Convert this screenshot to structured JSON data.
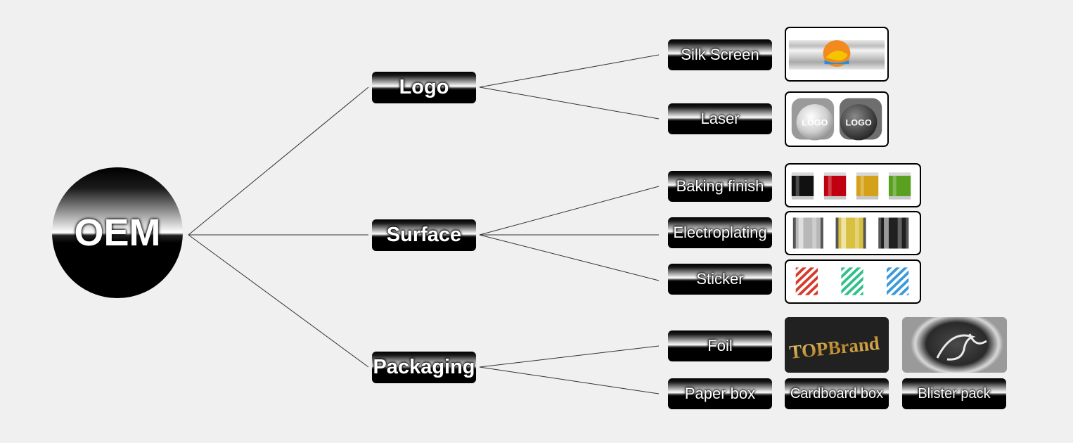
{
  "root": {
    "label": "OEM"
  },
  "categories": {
    "logo": {
      "label": "Logo"
    },
    "surface": {
      "label": "Surface"
    },
    "packaging": {
      "label": "Packaging"
    }
  },
  "options": {
    "silk_screen": {
      "label": "Silk Screen"
    },
    "laser": {
      "label": "Laser"
    },
    "baking_finish": {
      "label": "Baking finish"
    },
    "electroplating": {
      "label": "Electroplating"
    },
    "sticker": {
      "label": "Sticker"
    },
    "foil": {
      "label": "Foil"
    },
    "paper_box": {
      "label": "Paper box"
    }
  },
  "packaging_types": {
    "cardboard_box": {
      "label": "Cardboard box"
    },
    "blister_pack": {
      "label": "Blister pack"
    }
  },
  "sample_images": {
    "laser_logo_text": "LOGO",
    "foil_brand_text": "TOPBrand"
  },
  "colors": {
    "baking_finish": [
      "#111111",
      "#c00010",
      "#d4a21a",
      "#5aa020"
    ],
    "electroplating": [
      "#b8b8b8",
      "#d8c040",
      "#202020"
    ],
    "sticker": [
      "#d63a2a",
      "#2fc08a",
      "#3a9ad8"
    ]
  }
}
